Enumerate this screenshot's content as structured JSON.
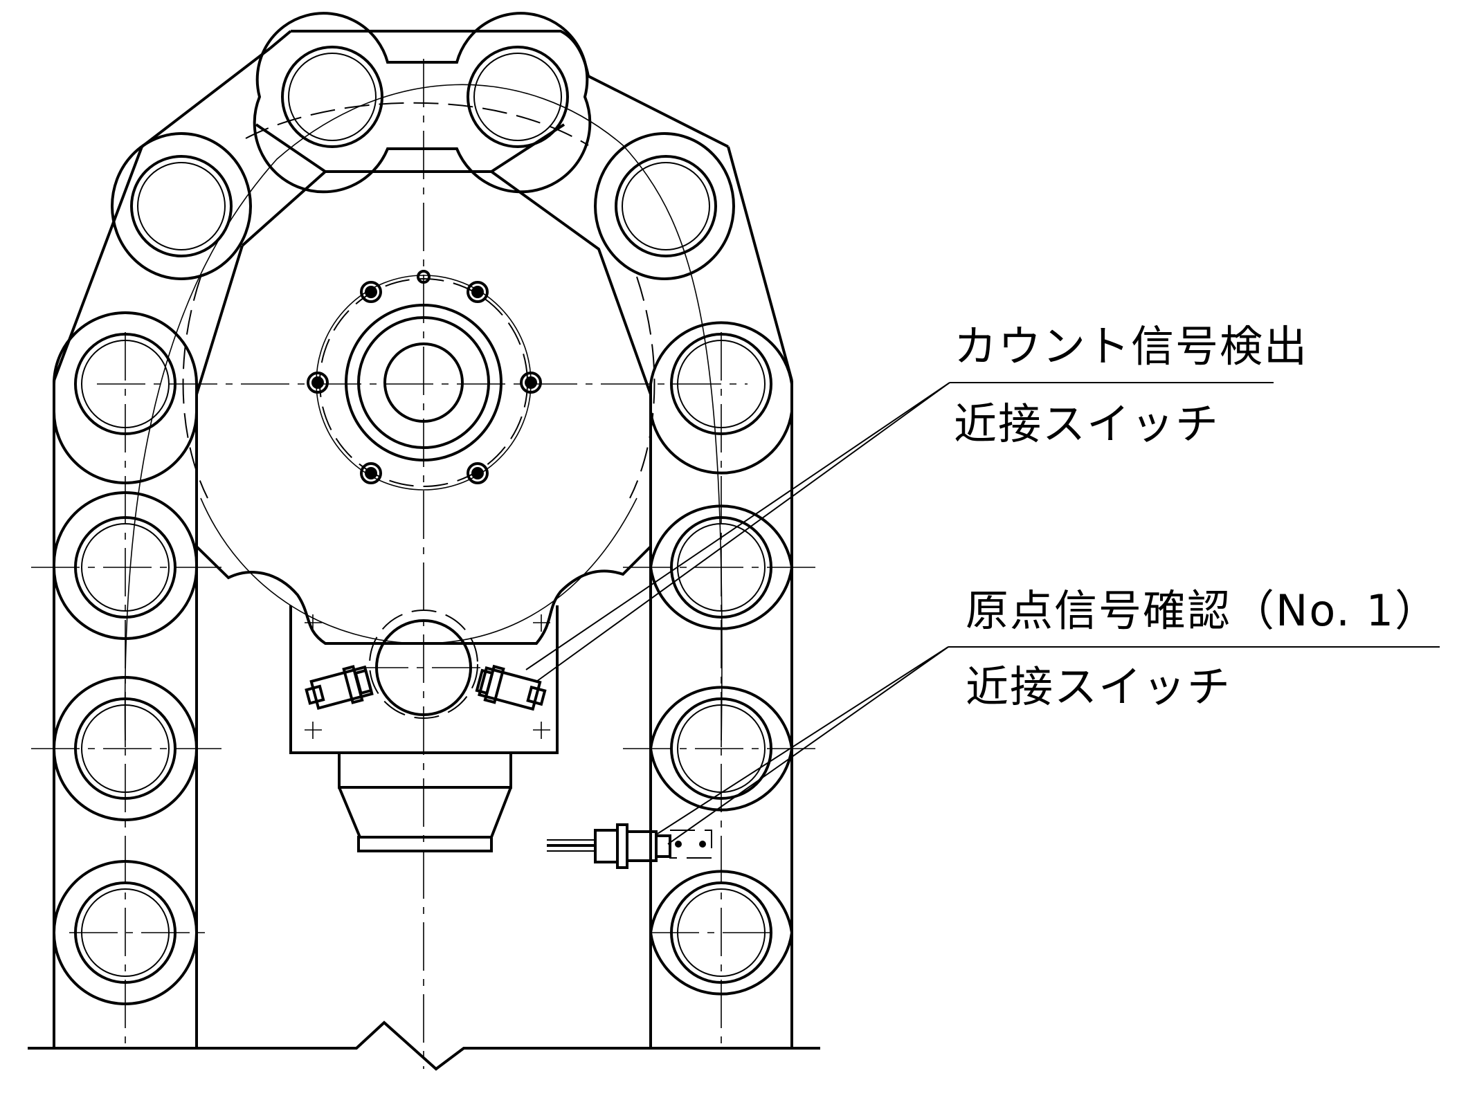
{
  "annotations": {
    "count_signal": {
      "line1": "カウント信号検出",
      "line2": "近接スイッチ"
    },
    "origin_signal": {
      "line1": "原点信号確認（No. 1）",
      "line2": "近接スイッチ"
    }
  }
}
